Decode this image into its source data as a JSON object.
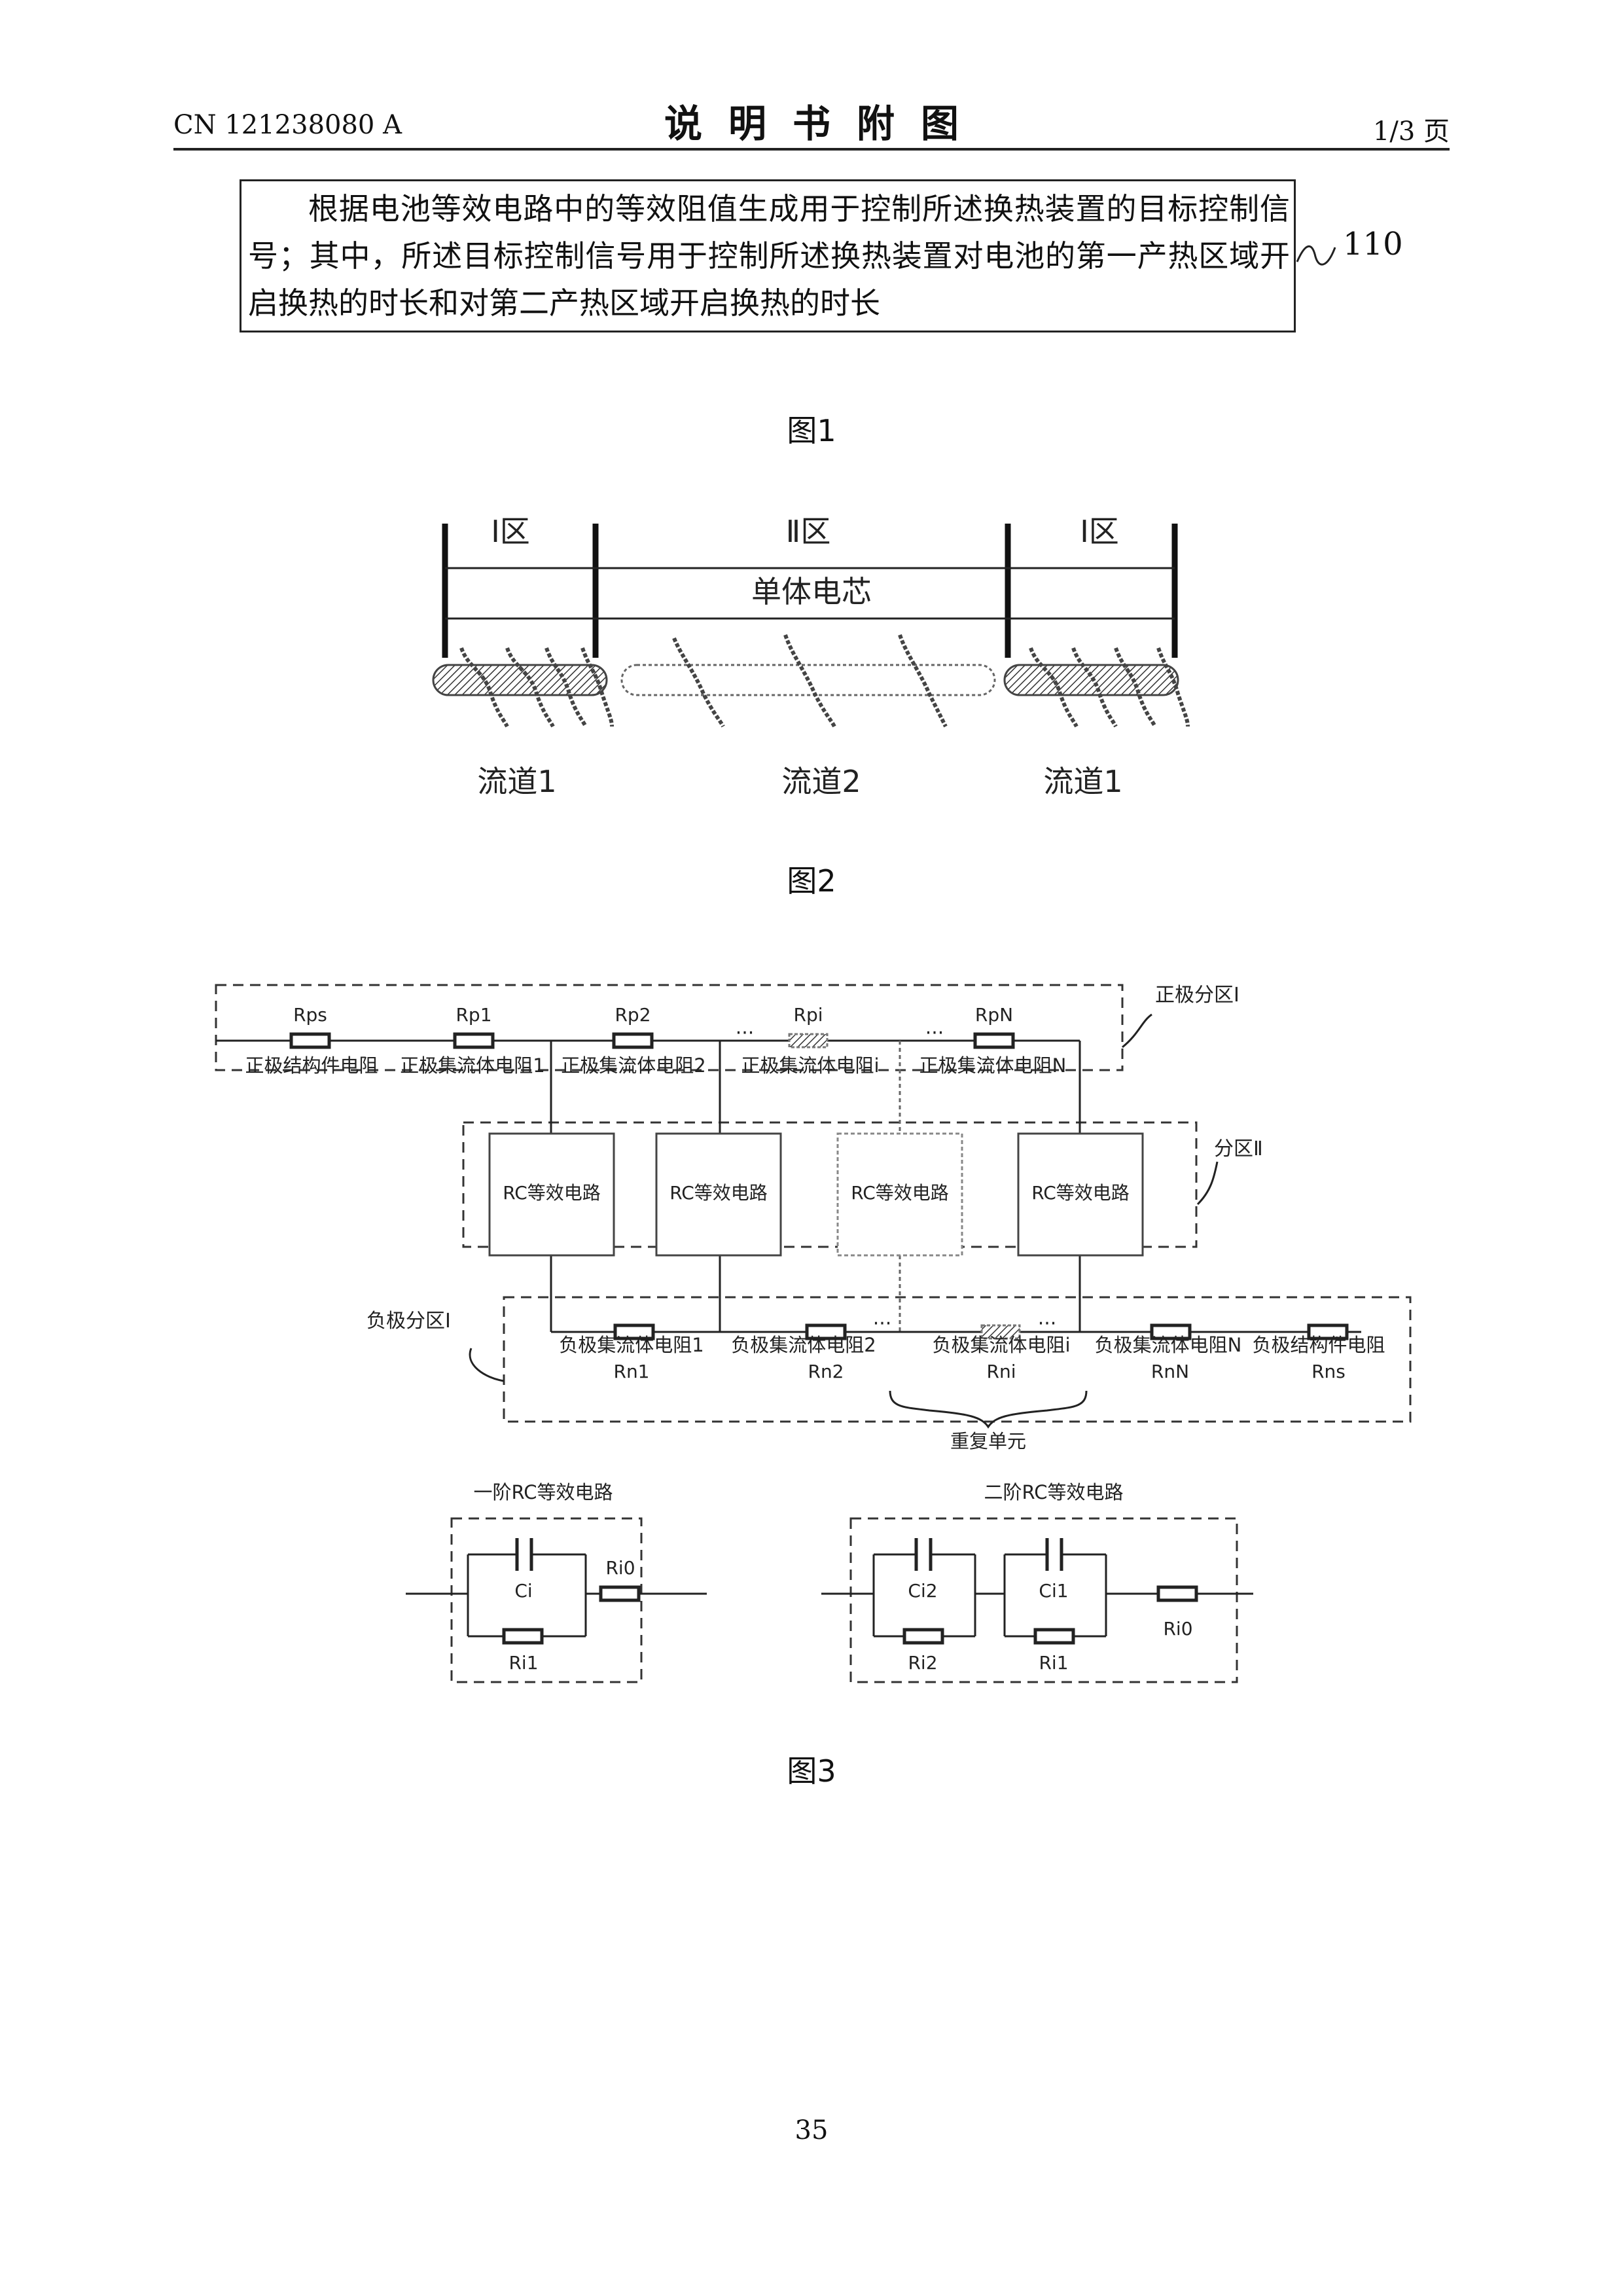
{
  "header": {
    "patent_no": "CN 121238080 A",
    "title": "说明书附图",
    "page_of": "1/3 页"
  },
  "fig1": {
    "step_text": "根据电池等效电路中的等效阻值生成用于控制所述换热装置的目标控制信号；其中，所述目标控制信号用于控制所述换热装置对电池的第一产热区域开启换热的时长和对第二产热区域开启换热的时长",
    "step_ref": "110",
    "caption": "图1"
  },
  "fig2": {
    "zone_left": "Ⅰ区",
    "zone_mid": "Ⅱ区",
    "zone_right": "Ⅰ区",
    "cell_label": "单体电芯",
    "channel_left": "流道1",
    "channel_mid": "流道2",
    "channel_right": "流道1",
    "caption": "图2"
  },
  "fig3": {
    "pos_zone": "正极分区Ⅰ",
    "mid_zone": "分区Ⅱ",
    "neg_zone": "负极分区Ⅰ",
    "pos_resistors": [
      {
        "sym": "Rps",
        "name": "正极结构件电阻"
      },
      {
        "sym": "Rp1",
        "name": "正极集流体电阻1"
      },
      {
        "sym": "Rp2",
        "name": "正极集流体电阻2"
      },
      {
        "sym": "Rpi",
        "name": "正极集流体电阻i"
      },
      {
        "sym": "RpN",
        "name": "正极集流体电阻N"
      }
    ],
    "rc_label": "RC等效电路",
    "neg_resistors": [
      {
        "sym": "Rn1",
        "name": "负极集流体电阻1"
      },
      {
        "sym": "Rn2",
        "name": "负极集流体电阻2"
      },
      {
        "sym": "Rni",
        "name": "负极集流体电阻i"
      },
      {
        "sym": "RnN",
        "name": "负极集流体电阻N"
      },
      {
        "sym": "Rns",
        "name": "负极结构件电阻"
      }
    ],
    "ellipsis": "···",
    "repeat_unit": "重复单元",
    "first_order": {
      "title": "一阶RC等效电路",
      "c": "Ci",
      "r_par": "Ri1",
      "r_ser": "Ri0"
    },
    "second_order": {
      "title": "二阶RC等效电路",
      "c1": "Ci2",
      "r1": "Ri2",
      "c2": "Ci1",
      "r2": "Ri1",
      "r_ser": "Ri0"
    },
    "caption": "图3"
  },
  "footer": {
    "page_number": "35"
  }
}
